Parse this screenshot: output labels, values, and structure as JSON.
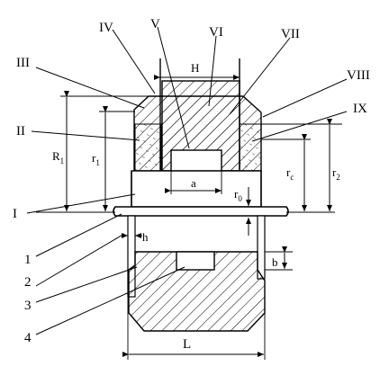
{
  "diagram": {
    "roman_labels": {
      "I": "I",
      "II": "II",
      "III": "III",
      "IV": "IV",
      "V": "V",
      "VI": "VI",
      "VII": "VII",
      "VIII": "VIII",
      "IX": "IX"
    },
    "numeric_labels": {
      "n1": "1",
      "n2": "2",
      "n3": "3",
      "n4": "4"
    },
    "dimensions": {
      "H": "H",
      "a": "a",
      "h": "h",
      "b": "b",
      "L": "L",
      "R1": {
        "base": "R",
        "sub": "1"
      },
      "r1": {
        "base": "r",
        "sub": "1"
      },
      "rc": {
        "base": "r",
        "sub": "c"
      },
      "r2": {
        "base": "r",
        "sub": "2"
      },
      "r0": {
        "base": "r",
        "sub": "0"
      }
    },
    "colors": {
      "line": "#000000",
      "background": "#ffffff"
    }
  }
}
